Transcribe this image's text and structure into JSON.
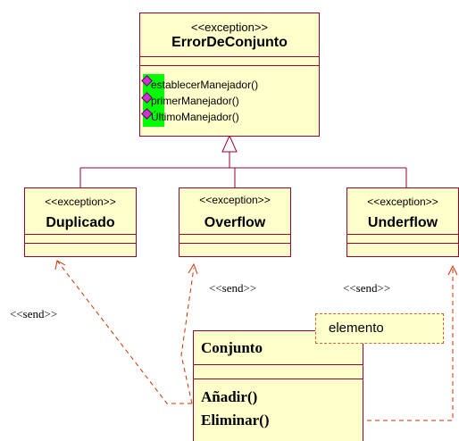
{
  "classes": {
    "error_de_conjunto": {
      "stereotype": "<<exception>>",
      "name": "ErrorDeConjunto",
      "operations": [
        "establecerManejador()",
        "primerManejador()",
        "ÚltimoManejador()"
      ]
    },
    "duplicado": {
      "stereotype": "<<exception>>",
      "name": "Duplicado"
    },
    "overflow": {
      "stereotype": "<<exception>>",
      "name": "Overflow"
    },
    "underflow": {
      "stereotype": "<<exception>>",
      "name": "Underflow"
    },
    "conjunto": {
      "name": "Conjunto",
      "attribute_note": "elemento",
      "operations": [
        "Añadir()",
        "Eliminar()"
      ]
    }
  },
  "dependency_labels": [
    "<<send>>",
    "<<send>>",
    "<<send>>"
  ],
  "colors": {
    "class_fill": "#ffffcc",
    "class_border": "#990033",
    "dependency_line": "#cc3300",
    "operation_marker": "#00ff00"
  }
}
